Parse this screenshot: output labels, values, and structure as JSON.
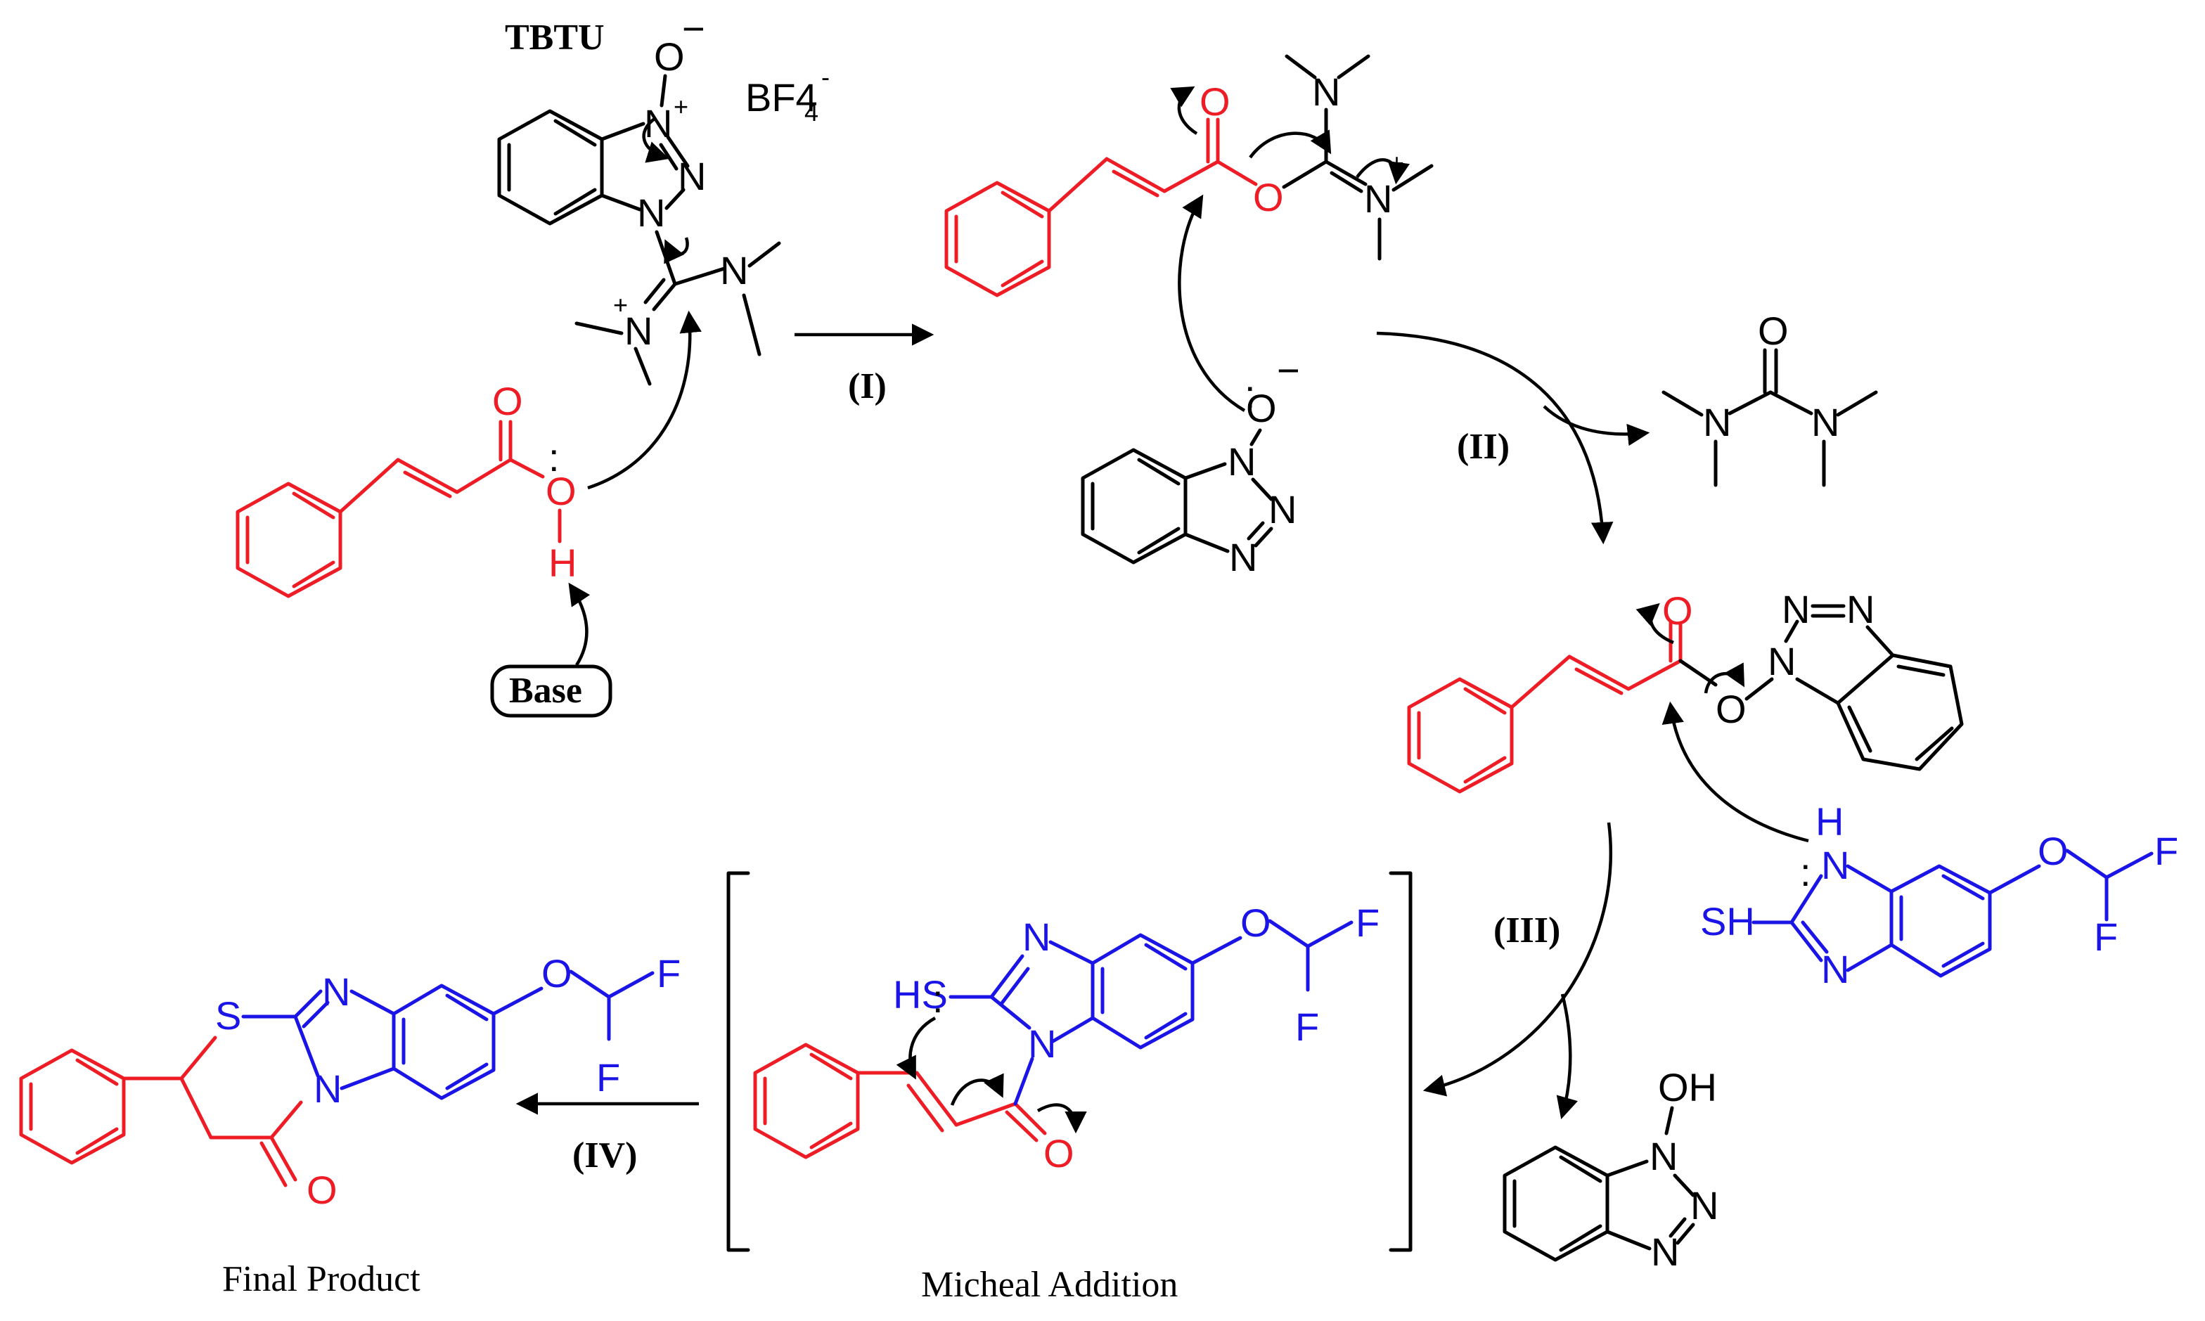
{
  "colors": {
    "bond": "#000000",
    "reactant": "#ee1c25",
    "benzimidazole": "#1b14e6"
  },
  "reagents": {
    "tbtu": "TBTU",
    "counterion": "BF4",
    "counterion_sub": "4",
    "counterion_charge": "-",
    "base": "Base"
  },
  "steps": {
    "i": "(I)",
    "ii": "(II)",
    "iii": "(III)",
    "iv": "(IV)"
  },
  "captions": {
    "final": "Final Product",
    "michael": "Micheal Addition"
  },
  "atoms": {
    "N": "N",
    "O": "O",
    "H": "H",
    "S": "S",
    "F": "F",
    "SH": "SH",
    "HS": "HS",
    "OH": "OH",
    "NH_H": "H",
    "plus": "+",
    "minus": "−",
    "lone_pair": ":"
  }
}
